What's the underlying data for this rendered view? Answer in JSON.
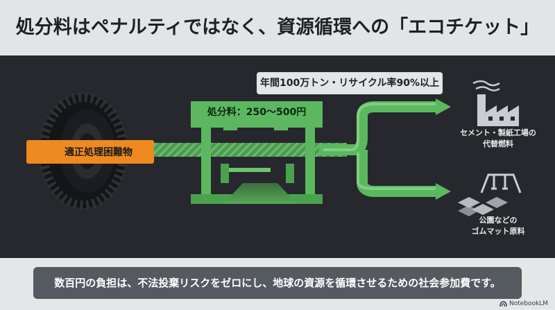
{
  "title": "処分料はペナルティではなく、資源循環への「エコチケット」",
  "callout": "年間100万トン・リサイクル率90%以上",
  "fee_label": "処分料：250〜500円",
  "warning": {
    "icon": "warning-triangle-icon",
    "label": "適正処理困難物"
  },
  "destinations": [
    {
      "icon": "factory-icon",
      "line1": "セメント・製紙工場の",
      "line2": "代替燃料"
    },
    {
      "icon": "playground-swing-icon",
      "line1": "公園などの",
      "line2": "ゴムマット原料"
    }
  ],
  "banner": "数百円の負担は、不法投棄リスクをゼロにし、地球の資源を循環させるための社会参加費です。",
  "brand": {
    "icon": "notebooklm-logo-icon",
    "label": "NotebookLM"
  },
  "colors": {
    "green": "#5cb85f",
    "orange": "#ee8a1f",
    "header_bg": "#e2e4e6",
    "stage_bg": "#26282d"
  }
}
